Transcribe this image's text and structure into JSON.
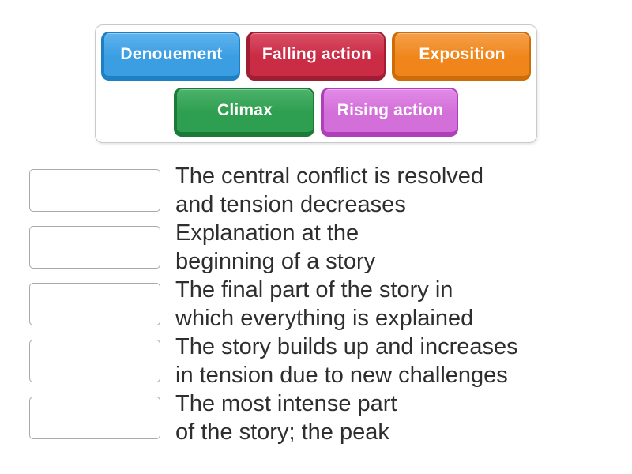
{
  "tile_bank": {
    "tiles": [
      {
        "label": "Denouement",
        "fill": "#3b9ee2",
        "edge": "#1e7fc2"
      },
      {
        "label": "Falling action",
        "fill": "#ca2b45",
        "edge": "#a01d33"
      },
      {
        "label": "Exposition",
        "fill": "#f0861b",
        "edge": "#cc6d07"
      },
      {
        "label": "Climax",
        "fill": "#2e9e50",
        "edge": "#1b7a38"
      },
      {
        "label": "Rising action",
        "fill": "#d36fd9",
        "edge": "#b040ba"
      }
    ]
  },
  "match_list": {
    "items": [
      {
        "line1": "The central conflict is resolved",
        "line2": "and tension decreases"
      },
      {
        "line1": "Explanation at the",
        "line2": "beginning of a story"
      },
      {
        "line1": "The final part of the story in",
        "line2": "which everything is explained"
      },
      {
        "line1": "The story builds up and increases",
        "line2": "in tension due to new challenges"
      },
      {
        "line1": "The most intense part",
        "line2": "of the story; the peak"
      }
    ]
  }
}
